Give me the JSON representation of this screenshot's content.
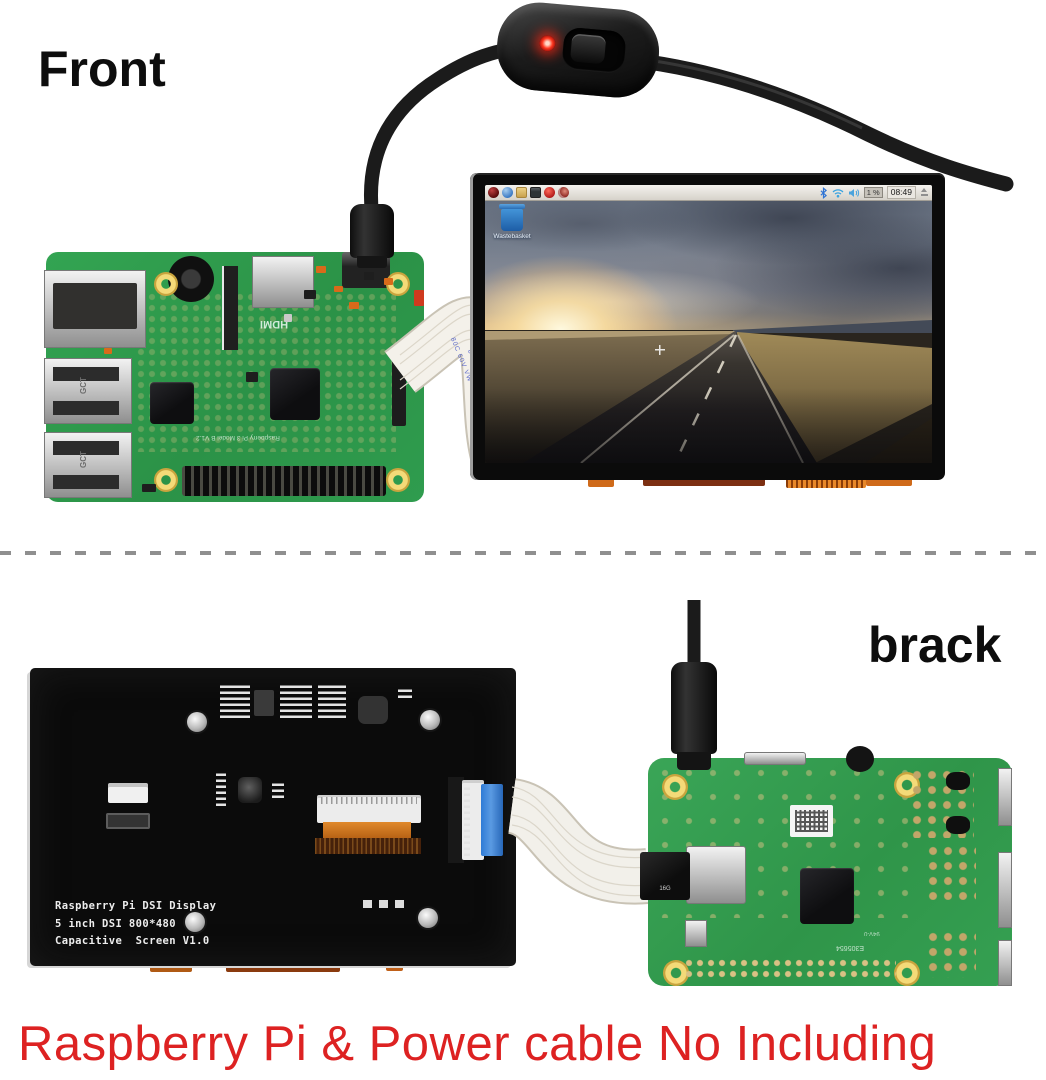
{
  "sections": {
    "front_label": "Front",
    "back_label": "brack"
  },
  "notice_text": "Raspberry Pi & Power cable No Including",
  "display_back": {
    "print_lines": [
      "Raspberry Pi DSI Display",
      "5 inch DSI 800*480",
      "Capacitive  Screen V1.0"
    ]
  },
  "screen": {
    "taskbar": {
      "left_icons": [
        "menu-icon",
        "browser-icon",
        "file-manager-icon",
        "terminal-icon",
        "app-icon-red",
        "app-icon-dark-red"
      ],
      "right_icons": [
        "bluetooth-icon",
        "wifi-icon",
        "volume-icon",
        "eject-icon"
      ],
      "cpu_meter": "1 %",
      "clock": "08:49"
    },
    "desktop": {
      "trash_label": "Wastebasket",
      "wallpaper": "desert road to horizon at sunset"
    }
  },
  "front_board": {
    "hdmi_marking": "HDMI",
    "model_marking": "Raspberry Pi 3 Model B V1.2",
    "usb_port_label": "GCT"
  },
  "back_board": {
    "cert_marking": "E305654",
    "ul_marking": "94V-0",
    "sd_card_label": "16G"
  },
  "ribbon_cable": {
    "marking": "80C 60V VW-1"
  },
  "hardware": {
    "switch_led": "power-led-red"
  },
  "colors": {
    "pcb_green": "#2f9c4e",
    "notice_red": "#dd2222",
    "flex_orange": "#c8651a",
    "dsi_tab_blue": "#2e7bd6"
  }
}
